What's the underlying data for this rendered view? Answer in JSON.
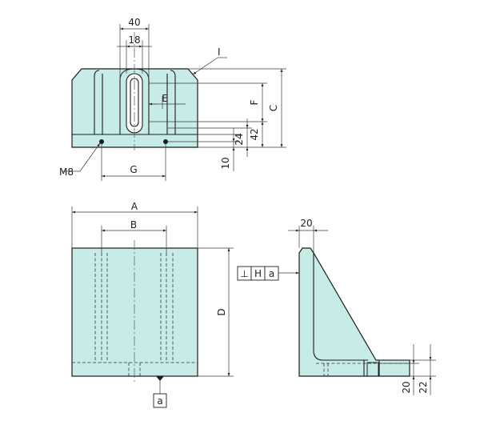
{
  "labels": {
    "top_width_outer": "40",
    "top_width_inner": "18",
    "slot_width": "E",
    "slot_height": "F",
    "height_c": "C",
    "dim_42": "42",
    "dim_24": "24",
    "dim_10": "10",
    "leader_i": "I",
    "thread": "M8",
    "hole_pitch": "G",
    "width_a": "A",
    "width_b": "B",
    "height_d": "D",
    "side_thickness": "20",
    "dim_20_bottom": "20",
    "dim_22_bottom": "22",
    "flatness_symbol": "⊥",
    "flatness_h": "H",
    "flatness_datum": "a",
    "datum_a": "a"
  }
}
